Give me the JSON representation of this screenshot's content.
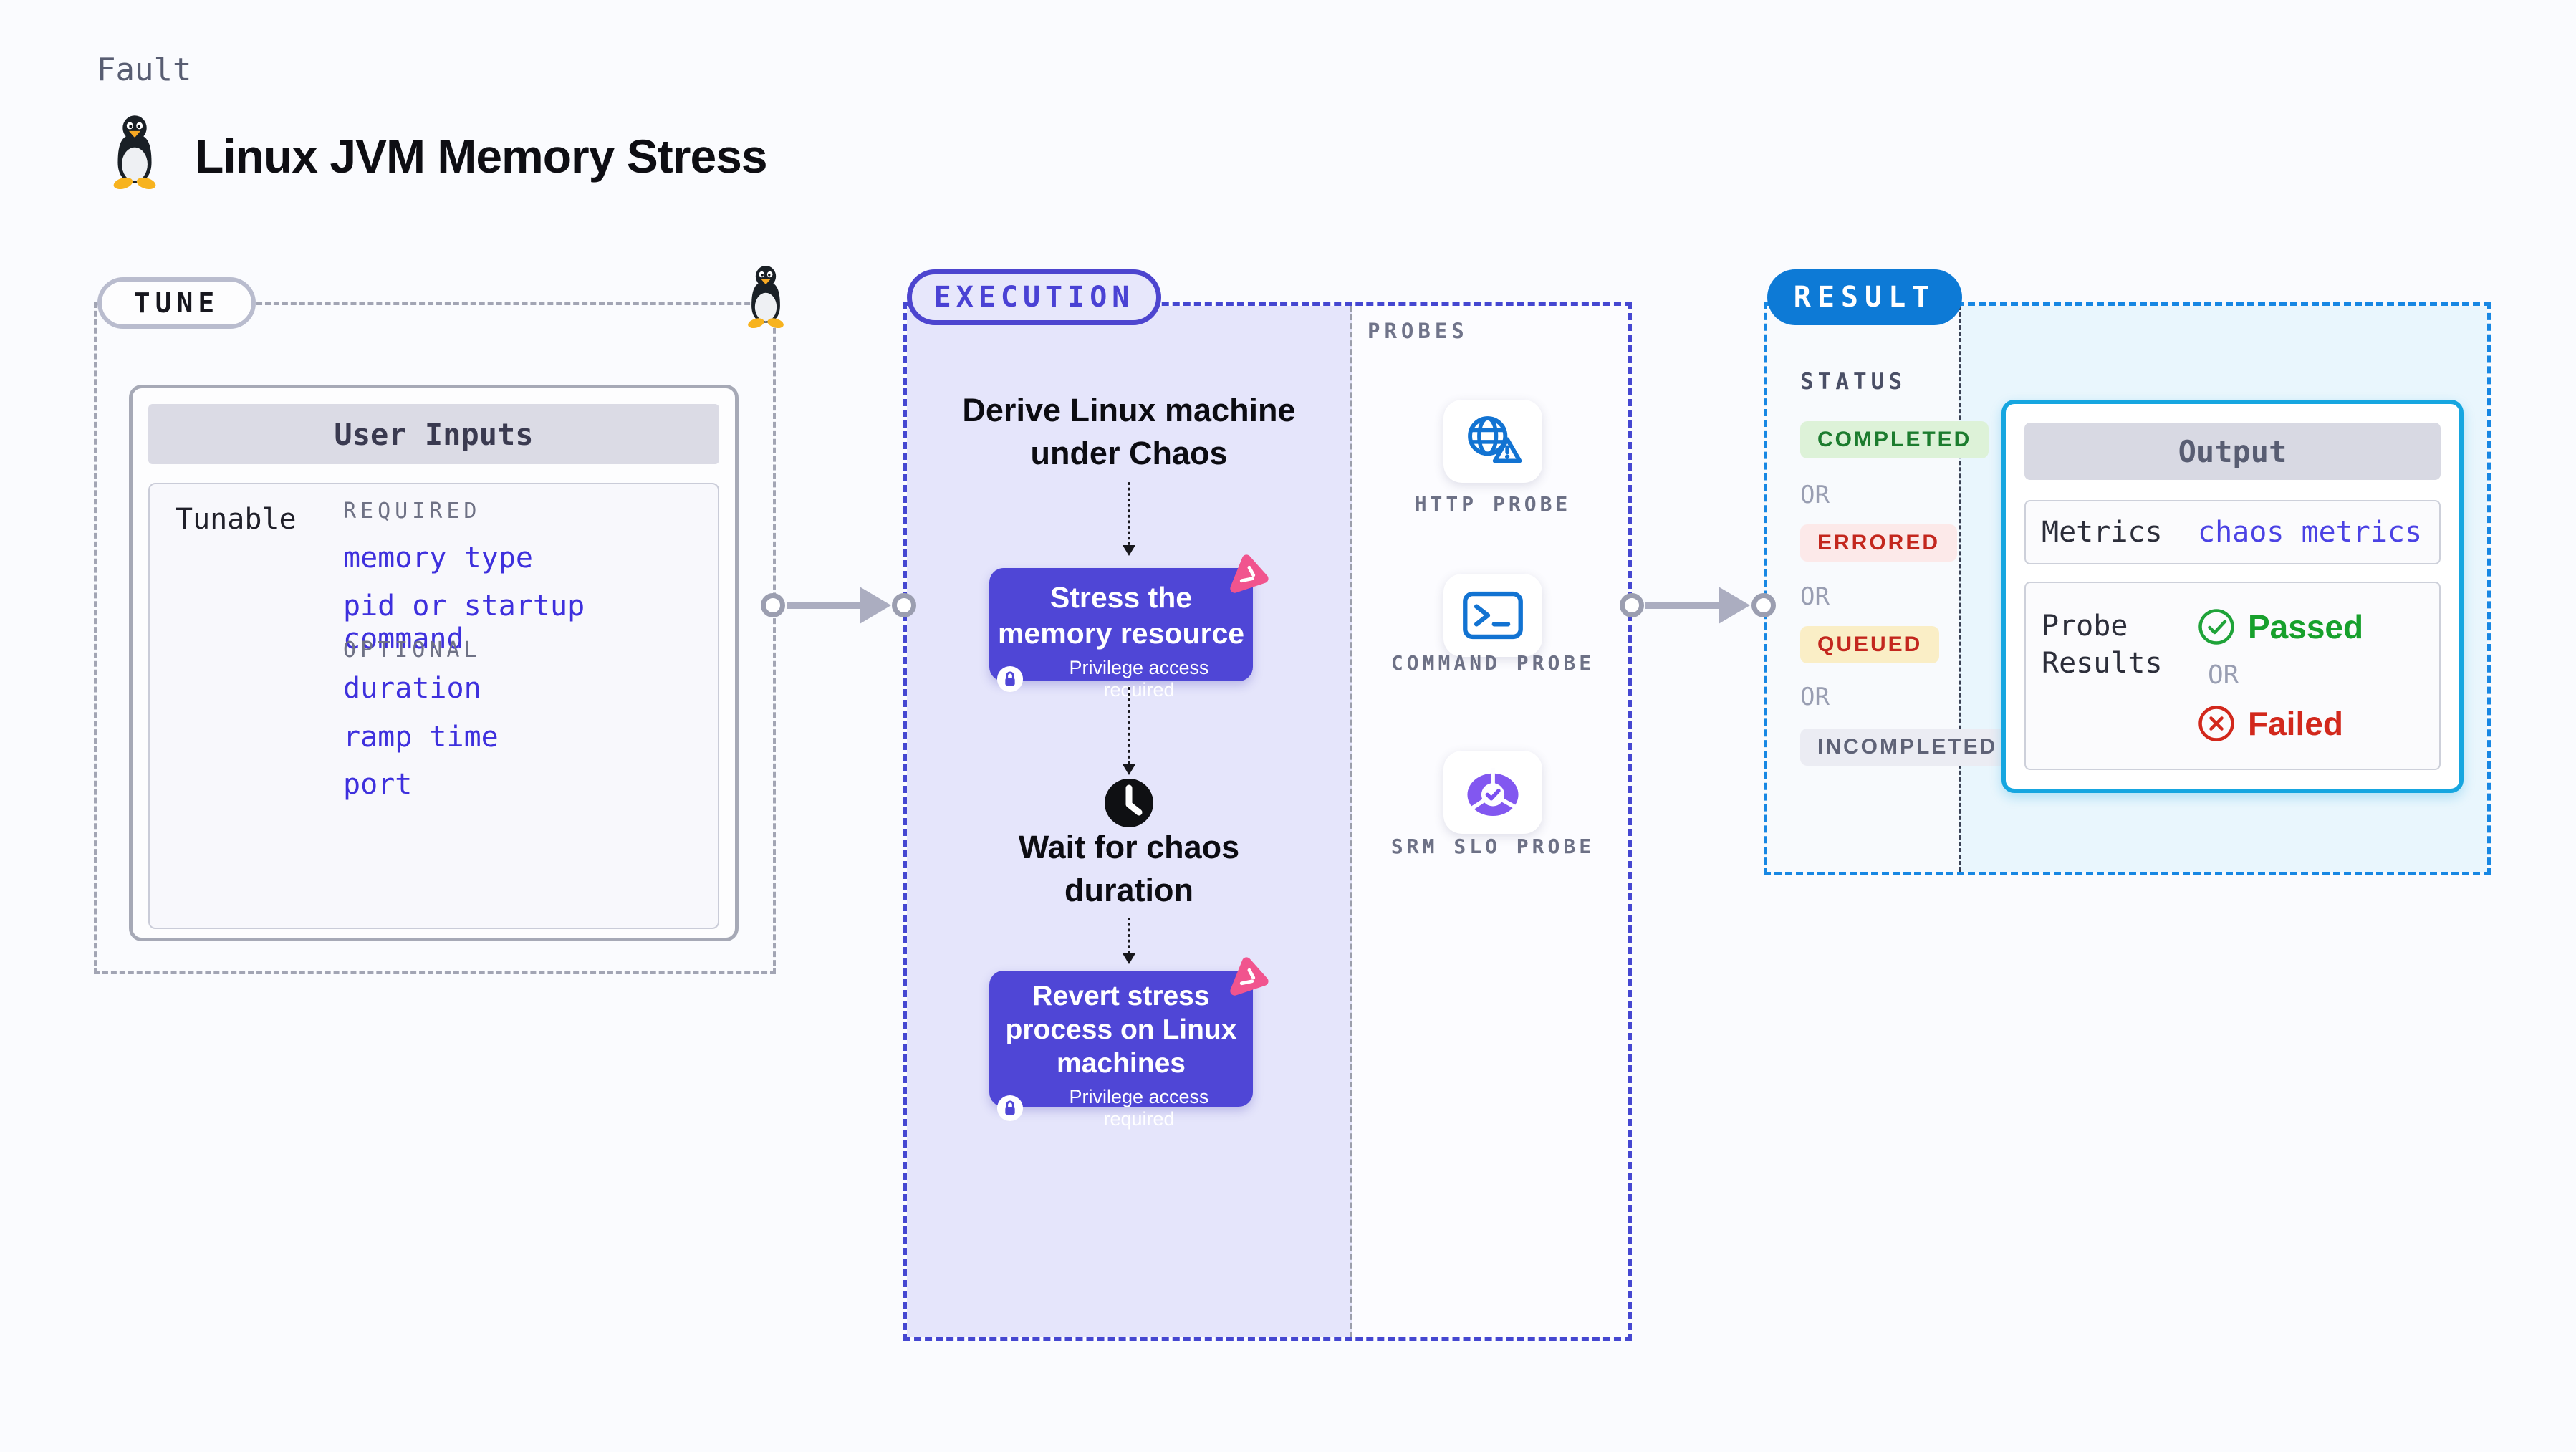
{
  "header": {
    "eyebrow": "Fault",
    "title": "Linux JVM Memory Stress",
    "icon": "tux-penguin"
  },
  "colors": {
    "page_bg": "#fafbfe",
    "accent_indigo": "#4f46d6",
    "execution_fill": "#e5e5fb",
    "result_blue": "#0d7ad6",
    "result_fill": "#e9f6fd",
    "output_border": "#16a6e0",
    "link_blue": "#3e30dd",
    "pass_green": "#1fa339",
    "fail_red": "#d2281c",
    "chaos_pink": "#f1548e",
    "probe_icon_blue": "#1273d2",
    "slo_purple": "#8257f0"
  },
  "tune": {
    "label": "TUNE",
    "card_title": "User Inputs",
    "row_label": "Tunable",
    "groups": [
      {
        "heading": "REQUIRED",
        "items": [
          "memory type",
          "pid or startup command"
        ]
      },
      {
        "heading": "OPTIONAL",
        "items": [
          "duration",
          "ramp time",
          "port"
        ]
      }
    ]
  },
  "execution": {
    "label": "EXECUTION",
    "derive_text": "Derive Linux machine under Chaos",
    "stress_title": "Stress the memory resource",
    "wait_text": "Wait for chaos duration",
    "revert_title": "Revert stress process on Linux machines",
    "privilege_badge": "Privilege access required"
  },
  "probes": {
    "label": "PROBES",
    "items": [
      {
        "name": "HTTP PROBE",
        "icon": "globe-alert-icon"
      },
      {
        "name": "COMMAND PROBE",
        "icon": "terminal-icon"
      },
      {
        "name": "SRM SLO PROBE",
        "icon": "slo-pie-icon"
      }
    ]
  },
  "result": {
    "label": "RESULT",
    "status_heading": "STATUS",
    "or_label": "OR",
    "statuses": [
      {
        "label": "COMPLETED",
        "fg": "#1c7c2e",
        "bg": "#ddf2d8"
      },
      {
        "label": "ERRORED",
        "fg": "#c3271e",
        "bg": "#fce9e9"
      },
      {
        "label": "QUEUED",
        "fg": "#c3271e",
        "bg": "#faeec6"
      },
      {
        "label": "INCOMPLETED",
        "fg": "#5f6377",
        "bg": "#ebecf3"
      }
    ],
    "output": {
      "title": "Output",
      "metrics_label": "Metrics",
      "metrics_value": "chaos metrics",
      "probe_results_label": "Probe Results",
      "passed_label": "Passed",
      "or_label": "OR",
      "failed_label": "Failed"
    }
  }
}
